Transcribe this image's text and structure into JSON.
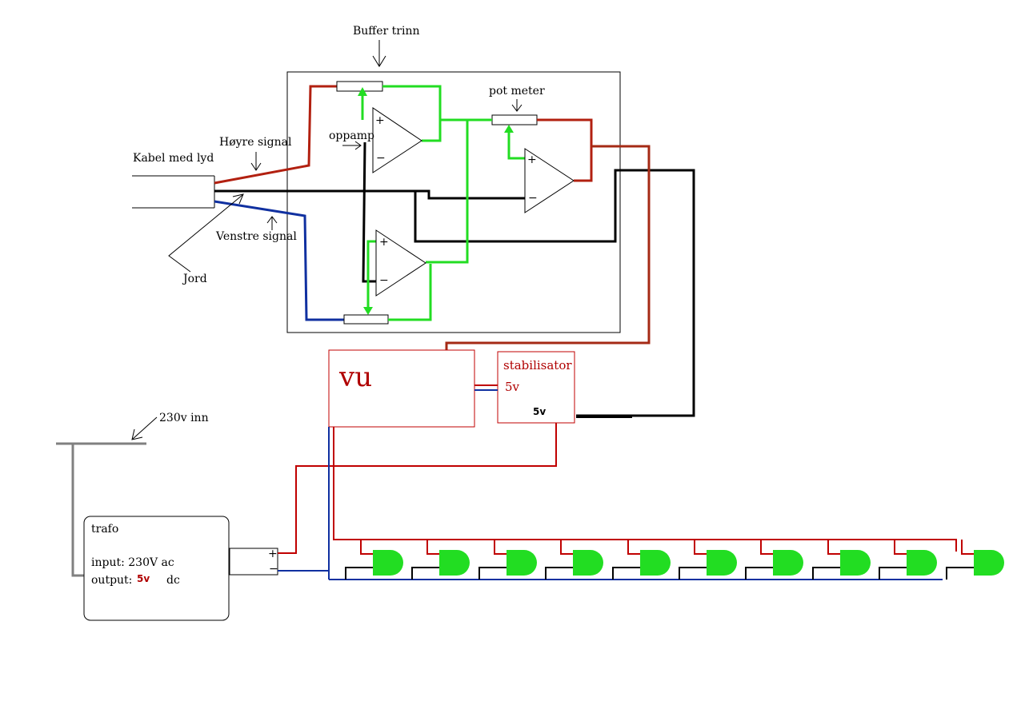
{
  "labels": {
    "buffer": "Buffer trinn",
    "pot_meter": "pot meter",
    "hoyre_signal": "Høyre signal",
    "kabel": "Kabel med lyd",
    "oppamp": "oppamp",
    "venstre_signal": "Venstre signal",
    "jord": "Jord",
    "vu": "vu",
    "stabilisator": "stabilisator",
    "stab_5v_red": "5v",
    "stab_5v_black": "5v",
    "inn_230v": "230v inn",
    "trafo_title": "trafo",
    "trafo_input": "input: 230V ac",
    "trafo_output_prefix": "output:",
    "trafo_output_value": "5v",
    "trafo_output_suffix": "dc",
    "plus": "+",
    "minus": "−",
    "op_plus": "+",
    "op_minus": "−"
  },
  "colors": {
    "red": "#b22010",
    "brown_red": "#a52a15",
    "green": "#22dd22",
    "led": "#22dd22",
    "blue": "#1030a0",
    "black": "#000000",
    "grey": "#808080",
    "vu_red": "#c00000"
  },
  "led_count": 10
}
